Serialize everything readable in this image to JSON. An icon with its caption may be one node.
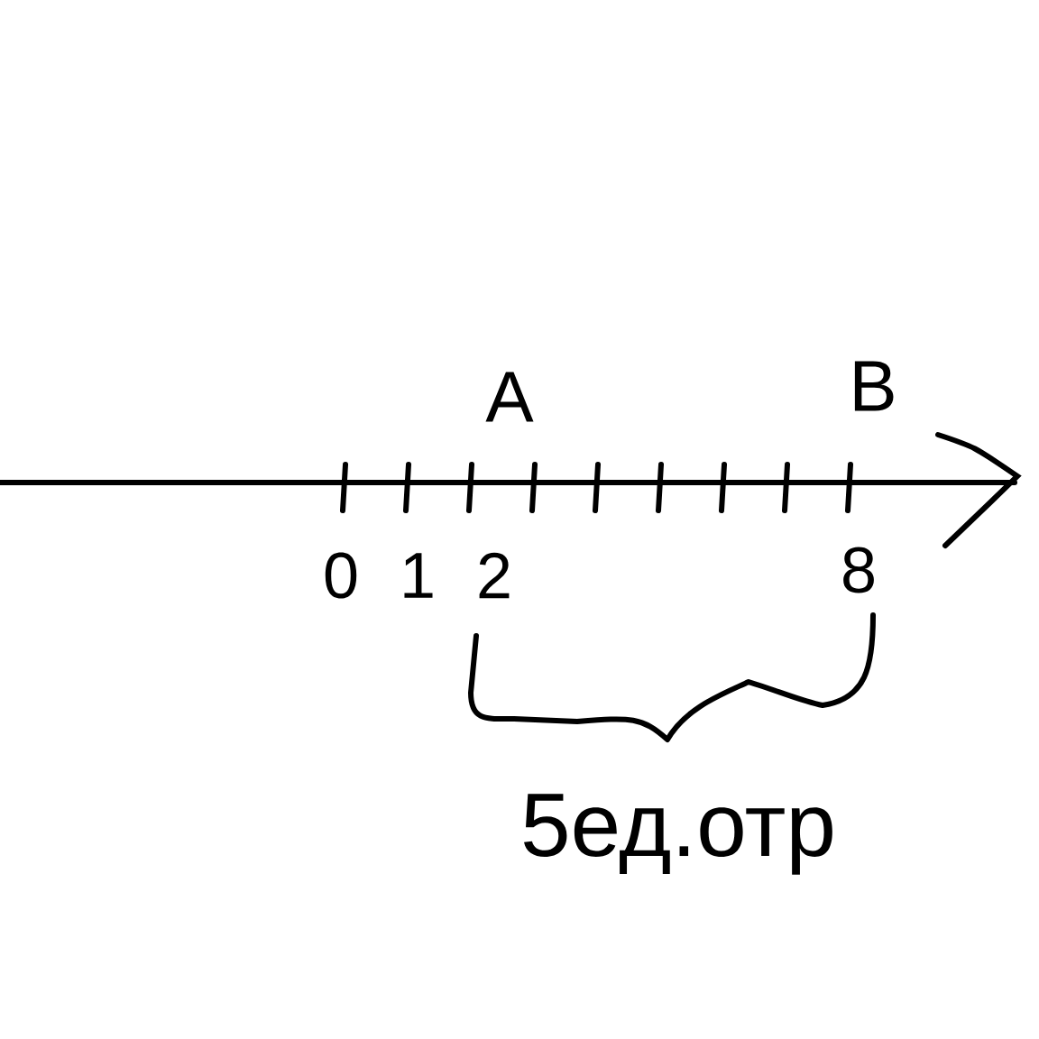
{
  "diagram": {
    "labels": [
      "А",
      "В",
      "0",
      "1",
      "2",
      "8",
      "5ед.отр"
    ]
  }
}
